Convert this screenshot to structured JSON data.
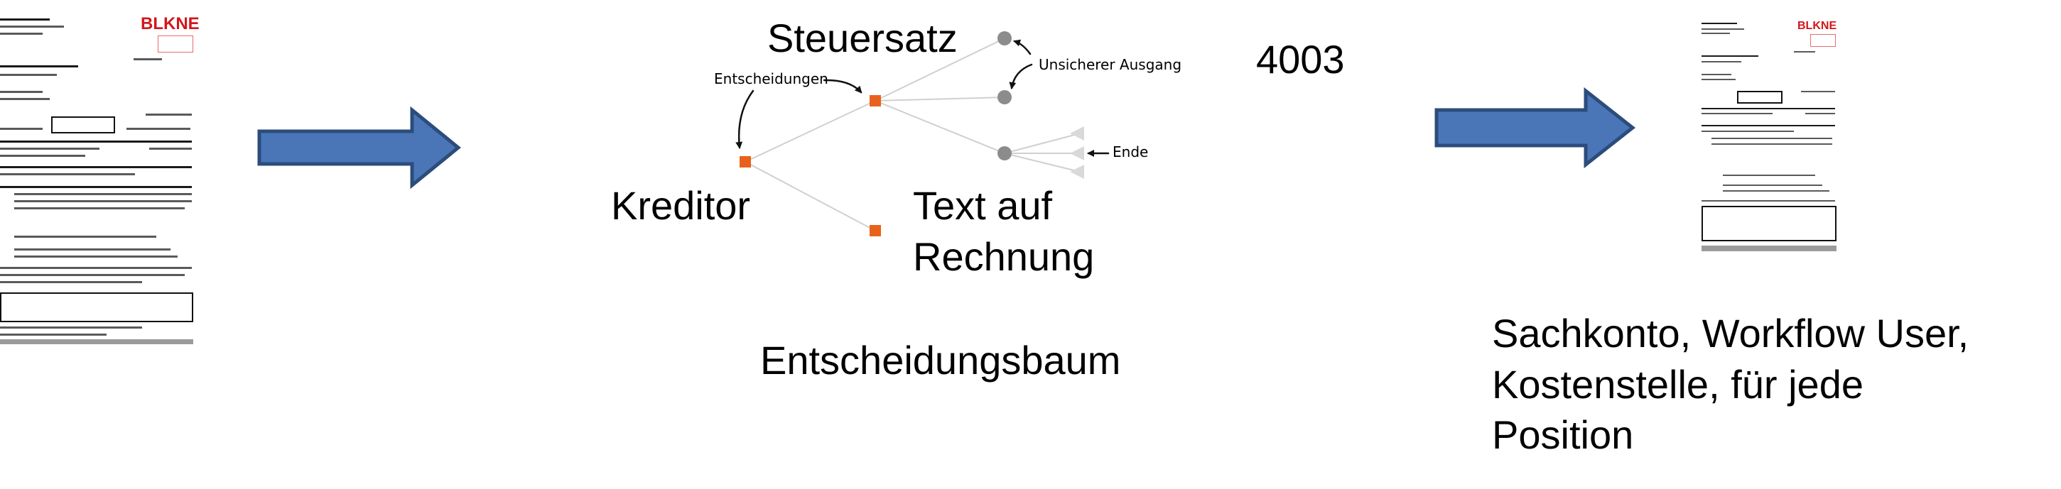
{
  "left_document": {
    "logo_text": "BLKNE"
  },
  "right_document": {
    "logo_text": "BLKNE"
  },
  "tree": {
    "code": "4003",
    "caption": "Entscheidungsbaum",
    "labels": {
      "steuersatz": "Steuersatz",
      "kreditor": "Kreditor",
      "text_auf_rechnung_line1": "Text auf",
      "text_auf_rechnung_line2": "Rechnung",
      "entscheidungen": "Entscheidungen",
      "unsicherer_ausgang": "Unsicherer Ausgang",
      "ende": "Ende"
    }
  },
  "output_caption": {
    "line1": "Sachkonto, Workflow User,",
    "line2": "Kostenstelle, für jede",
    "line3": "Position"
  },
  "colors": {
    "arrow_fill": "#4a76b8",
    "arrow_stroke": "#2c4c7c",
    "decision_node": "#e8621b",
    "chance_node": "#8c8c8c",
    "end_node": "#d9d9d9",
    "edge": "#d0d0d0"
  }
}
